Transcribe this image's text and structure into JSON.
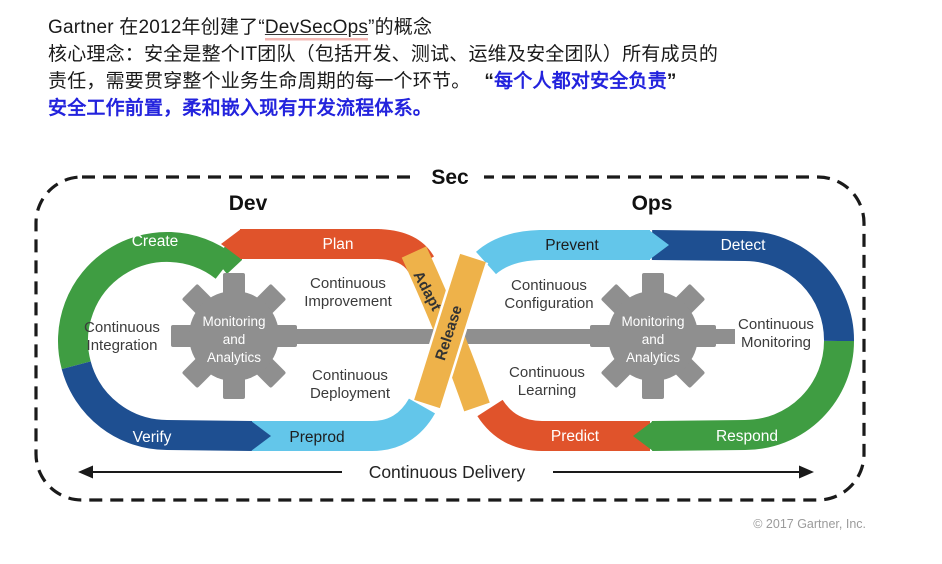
{
  "header": {
    "l1a": "Gartner 在2012年创建了“",
    "term": "DevSecOps",
    "l1b": "”的概念",
    "l2": "核心理念：安全是整个IT团队（包括开发、测试、运维及安全团队）所有成员的",
    "l3a": "责任，需要贯穿整个业务生命周期的每一个环节。",
    "l3_open": "“",
    "l3_blue": "每个人都对安全负责",
    "l3_close": "”",
    "l4": "安全工作前置，柔和嵌入现有开发流程体系。"
  },
  "diagram": {
    "sec": "Sec",
    "dev": "Dev",
    "ops": "Ops",
    "banners": {
      "create": "Create",
      "plan": "Plan",
      "verify": "Verify",
      "preprod": "Preprod",
      "prevent": "Prevent",
      "detect": "Detect",
      "predict": "Predict",
      "respond": "Respond",
      "adapt": "Adapt",
      "release": "Release"
    },
    "labels": {
      "integration": [
        "Continuous",
        "Integration"
      ],
      "improvement": [
        "Continuous",
        "Improvement"
      ],
      "deployment": [
        "Continuous",
        "Deployment"
      ],
      "configuration": [
        "Continuous",
        "Configuration"
      ],
      "learning": [
        "Continuous",
        "Learning"
      ],
      "monitoring": [
        "Continuous",
        "Monitoring"
      ]
    },
    "gear": [
      "Monitoring",
      "and",
      "Analytics"
    ],
    "bottom_label": "Continuous Delivery",
    "copyright": "© 2017 Gartner, Inc."
  },
  "colors": {
    "green": "#3f9d42",
    "dark_blue": "#1e4f91",
    "light_blue": "#63c6ea",
    "orange": "#e0532b",
    "yellow": "#eeb24a",
    "gray": "#8f8f8f",
    "blue_text": "#2323dd",
    "dash_border": "#1a1a1a",
    "copyright_gray": "#9b9b9b"
  }
}
